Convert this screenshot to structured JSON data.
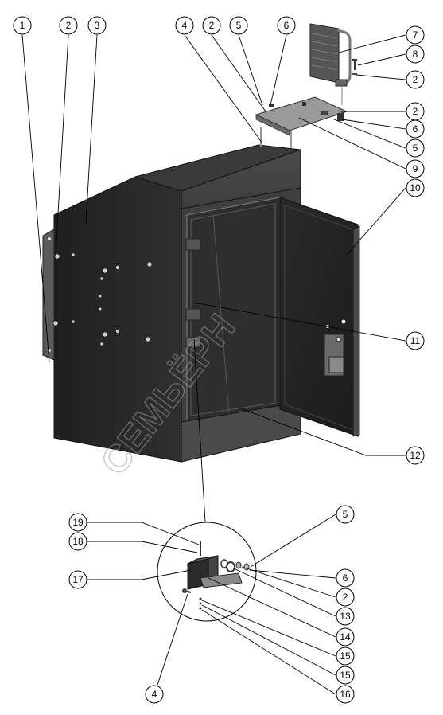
{
  "corner_mark": "",
  "watermark": "СЕМЬЁРН",
  "colors": {
    "body": "#2b2b2b",
    "frame": "#4a4a4a",
    "glass": "#3a3a3a",
    "line": "#000000"
  },
  "callouts": [
    "1",
    "2",
    "3",
    "4",
    "2",
    "5",
    "6",
    "7",
    "8",
    "2",
    "2",
    "6",
    "5",
    "9",
    "10",
    "11",
    "12",
    "5",
    "19",
    "18",
    "17",
    "6",
    "2",
    "13",
    "14",
    "15",
    "15",
    "16",
    "4"
  ]
}
